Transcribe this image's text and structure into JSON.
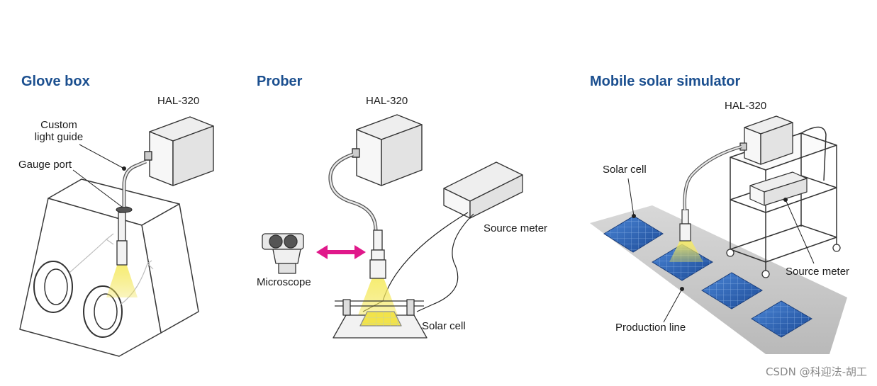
{
  "panels": {
    "glove_box": {
      "title": "Glove box",
      "device_label": "HAL-320",
      "light_guide_label_line1": "Custom",
      "light_guide_label_line2": "light guide",
      "gauge_port_label": "Gauge port"
    },
    "prober": {
      "title": "Prober",
      "device_label": "HAL-320",
      "source_meter_label": "Source meter",
      "microscope_label": "Microscope",
      "solar_cell_label": "Solar cell"
    },
    "mobile": {
      "title": "Mobile solar simulator",
      "device_label": "HAL-320",
      "solar_cell_label": "Solar cell",
      "source_meter_label": "Source meter",
      "production_line_label": "Production line"
    }
  },
  "watermark": "CSDN @科迎法-胡工",
  "colors": {
    "title": "#1b4f8f",
    "light_beam": "#f2e34a",
    "arrow": "#e0188a",
    "panel_blue": "#2e66b8"
  }
}
